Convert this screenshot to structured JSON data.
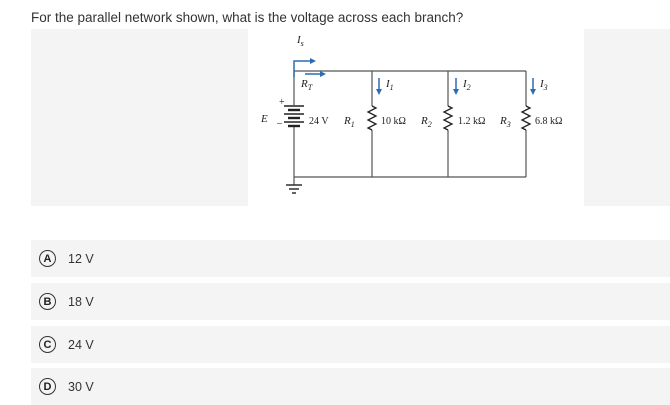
{
  "question": {
    "text": "For the parallel network shown, what is the voltage across each branch?"
  },
  "circuit": {
    "labels": {
      "source_current": "I",
      "source_current_sub": "s",
      "total_resistance": "R",
      "total_resistance_sub": "T",
      "source": "E",
      "source_value": "24 V",
      "plus": "+",
      "minus": "–",
      "r1": "R",
      "r1_sub": "1",
      "r1_value": "10 kΩ",
      "r2": "R",
      "r2_sub": "2",
      "r2_value": "1.2 kΩ",
      "r3": "R",
      "r3_sub": "3",
      "r3_value": "6.8 kΩ",
      "i1": "I",
      "i1_sub": "1",
      "i2": "I",
      "i2_sub": "2",
      "i3": "I",
      "i3_sub": "3"
    },
    "arrow_color": "#2b6db3"
  },
  "options": [
    {
      "letter": "A",
      "label": "12 V"
    },
    {
      "letter": "B",
      "label": "18 V"
    },
    {
      "letter": "C",
      "label": "24 V"
    },
    {
      "letter": "D",
      "label": "30 V"
    }
  ]
}
